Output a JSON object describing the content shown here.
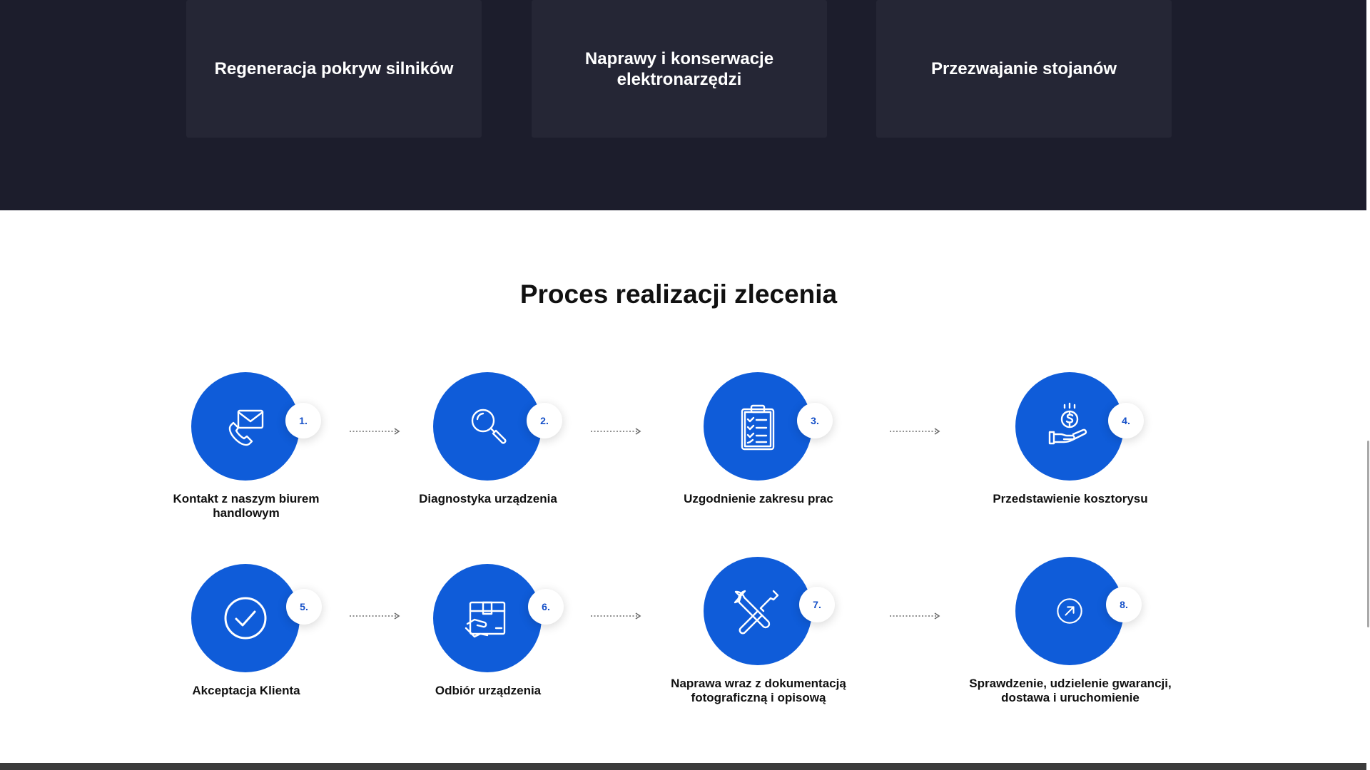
{
  "services": [
    {
      "label": "Regeneracja pokryw silników"
    },
    {
      "label": "Naprawy i konserwacje elektronarzędzi"
    },
    {
      "label": "Przezwajanie stojanów"
    }
  ],
  "process": {
    "title": "Proces realizacji zlecenia",
    "steps": [
      {
        "number": "1.",
        "label": "Kontakt z naszym biurem handlowym",
        "icon": "phone-envelope-icon"
      },
      {
        "number": "2.",
        "label": "Diagnostyka urządzenia",
        "icon": "magnifier-icon"
      },
      {
        "number": "3.",
        "label": "Uzgodnienie zakresu prac",
        "icon": "clipboard-checklist-icon"
      },
      {
        "number": "4.",
        "label": "Przedstawienie kosztorysu",
        "icon": "hand-coin-icon"
      },
      {
        "number": "5.",
        "label": "Akceptacja Klienta",
        "icon": "check-circle-icon"
      },
      {
        "number": "6.",
        "label": "Odbiór urządzenia",
        "icon": "hand-box-icon"
      },
      {
        "number": "7.",
        "label": "Naprawa wraz z dokumentacją fotograficzną i opisową",
        "icon": "wrench-screwdriver-icon"
      },
      {
        "number": "8.",
        "label": "Sprawdzenie, udzielenie gwarancji, dostawa i uruchomienie",
        "icon": "arrow-circle-icon"
      }
    ]
  },
  "colors": {
    "dark_band": "#1c1d2c",
    "card": "#252635",
    "accent_blue": "#0f5cd9",
    "badge_text": "#1550c8"
  }
}
